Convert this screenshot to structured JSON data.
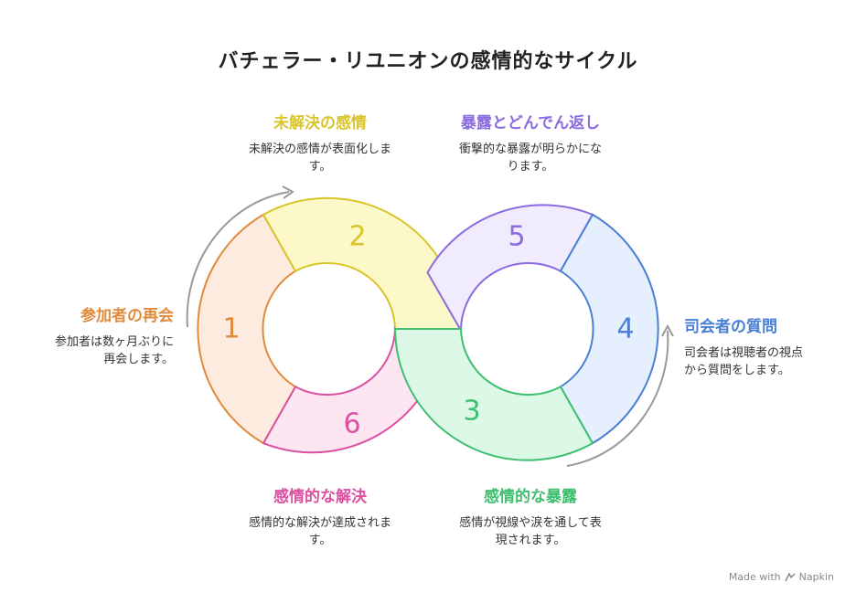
{
  "title": "バチェラー・リユニオンの感情的なサイクル",
  "segments": [
    {
      "num": "1",
      "title": "参加者の再会",
      "desc_lines": [
        "参加者は数ヶ月ぶりに",
        "再会します。"
      ],
      "color": "#e08a3c",
      "fill": "#fdebe0"
    },
    {
      "num": "2",
      "title": "未解決の感情",
      "desc_lines": [
        "未解決の感情が表面化しま",
        "す。"
      ],
      "color": "#d9c52a",
      "fill": "#fdf8c8"
    },
    {
      "num": "3",
      "title": "感情的な暴露",
      "desc_lines": [
        "感情が視線や涙を通して表",
        "現されます。"
      ],
      "color": "#3fbf6f",
      "fill": "#dcf8e6"
    },
    {
      "num": "4",
      "title": "司会者の質問",
      "desc_lines": [
        "司会者は視聴者の視点",
        "から質問をします。"
      ],
      "color": "#4a7fd6",
      "fill": "#e6effd"
    },
    {
      "num": "5",
      "title": "暴露とどんでん返し",
      "desc_lines": [
        "衝撃的な暴露が明らかにな",
        "ります。"
      ],
      "color": "#8a6be0",
      "fill": "#f0ecfd"
    },
    {
      "num": "6",
      "title": "感情的な解決",
      "desc_lines": [
        "感情的な解決が達成されま",
        "す。"
      ],
      "color": "#dd4fa0",
      "fill": "#fde6f2"
    }
  ],
  "footer": {
    "text": "Made with",
    "brand": "Napkin"
  }
}
